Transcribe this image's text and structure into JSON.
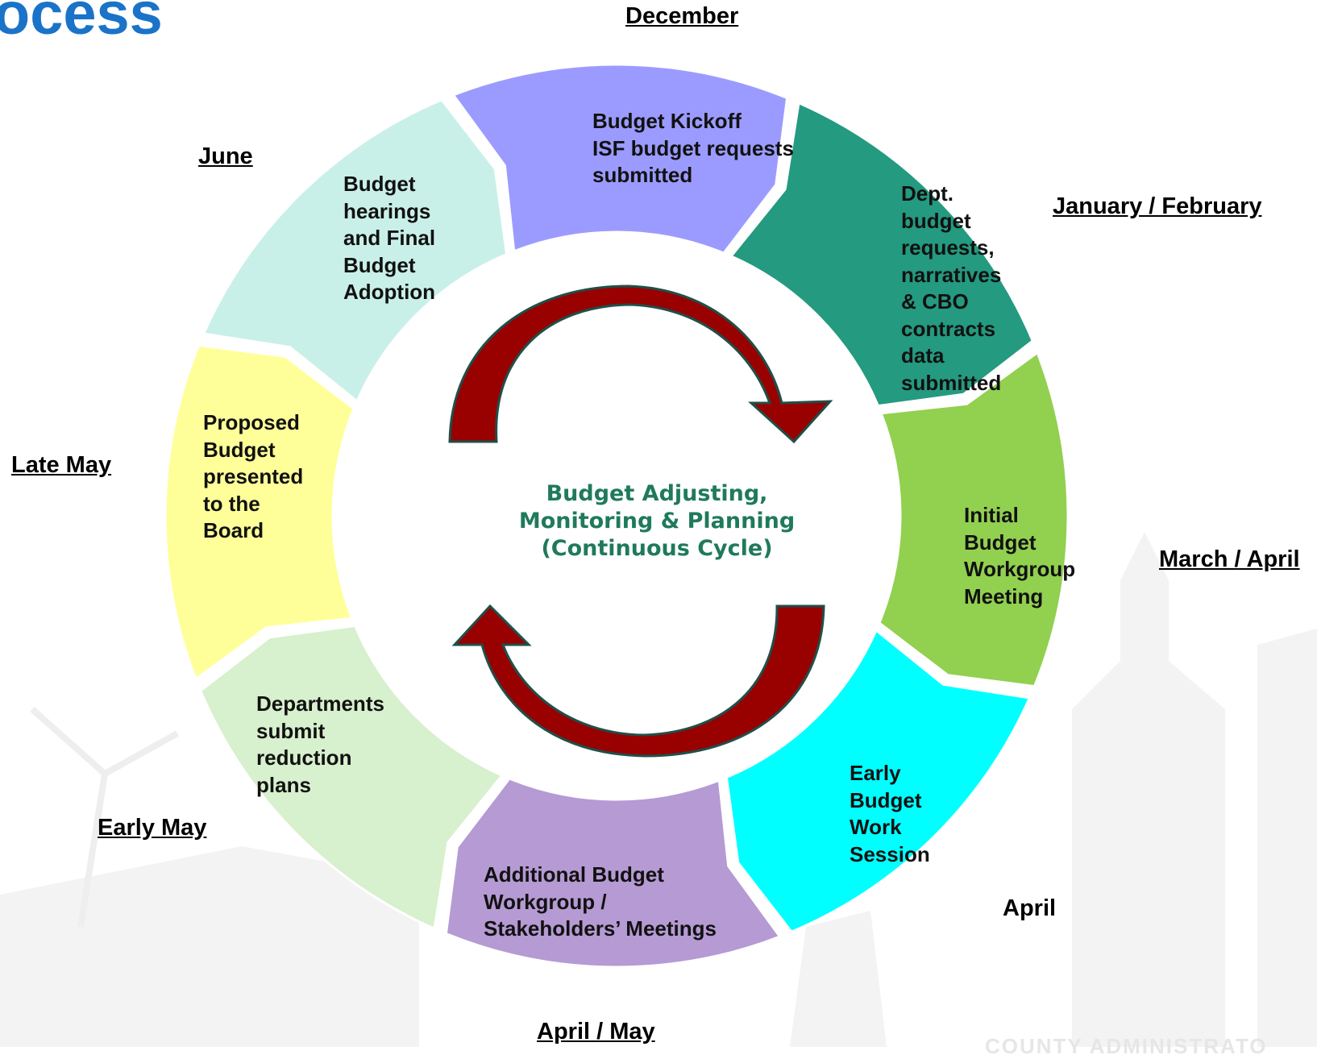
{
  "title": "ocess",
  "center_label": [
    "Budget Adjusting,",
    "Monitoring & Planning",
    "(Continuous Cycle)"
  ],
  "colors": {
    "title": "#1a73c8",
    "center_text": "#1f7a5c",
    "arrow_fill": "#990000",
    "arrow_stroke": "#1f4f4a"
  },
  "segments": [
    {
      "id": "budget-kickoff",
      "color": "#9b9bff",
      "text": "Budget Kickoff\nISF budget requests\nsubmitted",
      "month": "December"
    },
    {
      "id": "dept-requests",
      "color": "#249a80",
      "text": "Dept.\nbudget\nrequests,\nnarratives\n& CBO\ncontracts\ndata\nsubmitted",
      "month": "January / February"
    },
    {
      "id": "initial-workgroup",
      "color": "#92d050",
      "text": "Initial\nBudget\nWorkgroup\nMeeting",
      "month": "March / April"
    },
    {
      "id": "early-work-session",
      "color": "#00ffff",
      "text": "Early\nBudget\nWork\nSession",
      "month": "April"
    },
    {
      "id": "additional-workgroup",
      "color": "#b59ad3",
      "text": "Additional Budget\nWorkgroup /\nStakeholders’ Meetings",
      "month": "April / May"
    },
    {
      "id": "reduction-plans",
      "color": "#d7f0cd",
      "text": "Departments\nsubmit\nreduction\nplans",
      "month": "Early May"
    },
    {
      "id": "proposed-budget",
      "color": "#ffff99",
      "text": "Proposed\nBudget\npresented\nto the\nBoard",
      "month": "Late May"
    },
    {
      "id": "budget-hearings",
      "color": "#c9f0e8",
      "text": "Budget\nhearings\nand Final\nBudget\nAdoption",
      "month": "June"
    }
  ],
  "footer_text": "COUNTY ADMINISTRATO"
}
